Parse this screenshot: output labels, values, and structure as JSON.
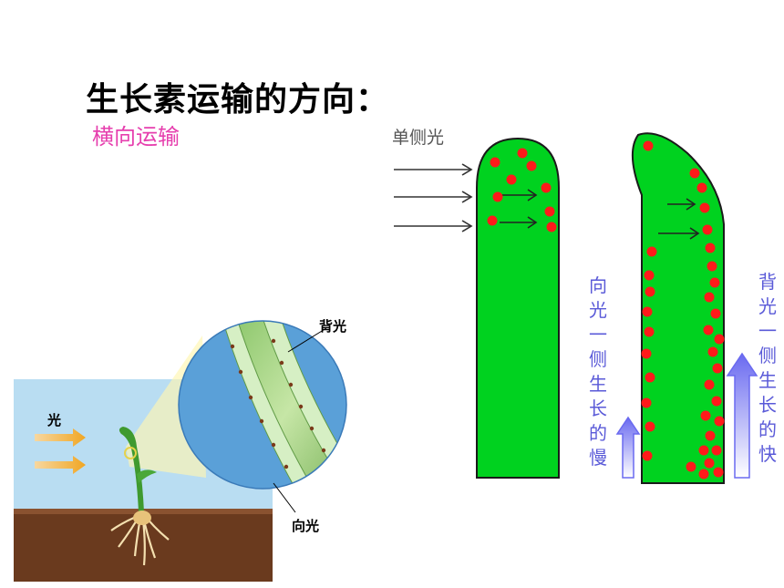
{
  "heading": {
    "title": "生长素运输的方向：",
    "subtitle": "横向运输"
  },
  "seedling_figure": {
    "light_label": "光",
    "shaded_side_label": "背光",
    "lit_side_label": "向光"
  },
  "coleoptile_figure": {
    "light_label": "单侧光",
    "left_caption": "向光一侧生长的慢",
    "right_caption": "背光一侧生长的快"
  },
  "colors": {
    "coleoptile_green": "#00d21f",
    "auxin_red": "#ff1a1a",
    "subtitle_pink": "#e63fae",
    "caption_blue": "#5a5ad8",
    "sky_blue": "#b9ddf2",
    "soil_brown": "#6a3a1e"
  }
}
